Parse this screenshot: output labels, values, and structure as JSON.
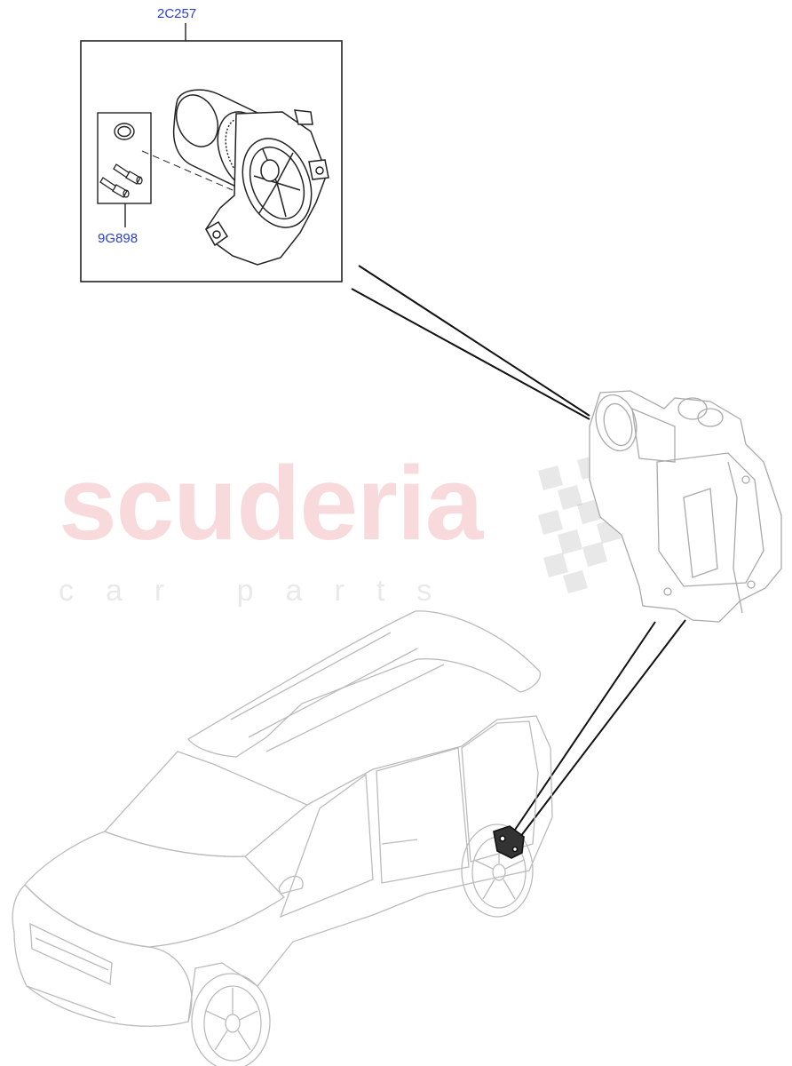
{
  "callouts": {
    "motor_assembly": "2C257",
    "fixings_kit": "9G898"
  },
  "watermark": {
    "brand": "scuderia",
    "tagline": "car parts"
  },
  "colors": {
    "callout_text": "#2a3fc8",
    "line_art": "#222222",
    "watermark_red": "#e97a82",
    "watermark_grey": "#9a9a9a"
  }
}
